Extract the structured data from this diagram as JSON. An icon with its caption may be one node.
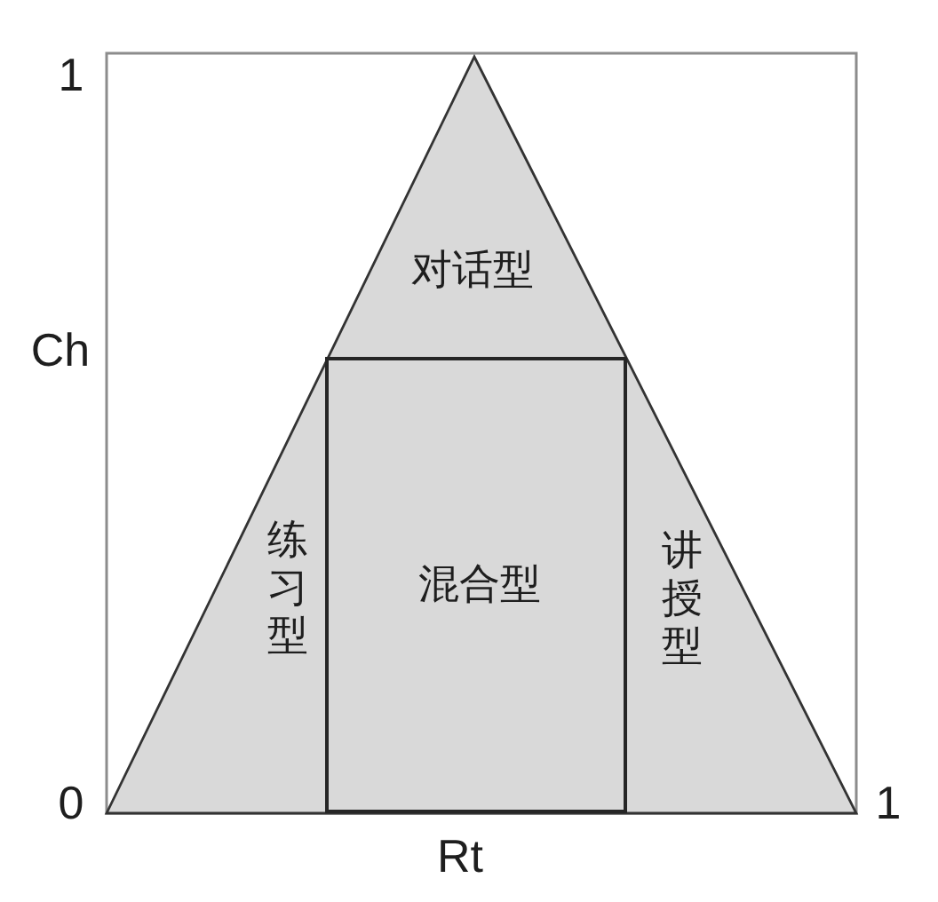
{
  "diagram": {
    "nodes": [
      {
        "text": [
          "对话型",
          "练习型",
          "讲授型"
        ]
      },
      {
        "text": [
          "混合型"
        ],
        "in": 0
      }
    ],
    "labels": [
      "1",
      "Ch",
      "0",
      "1",
      "Rt"
    ]
  }
}
